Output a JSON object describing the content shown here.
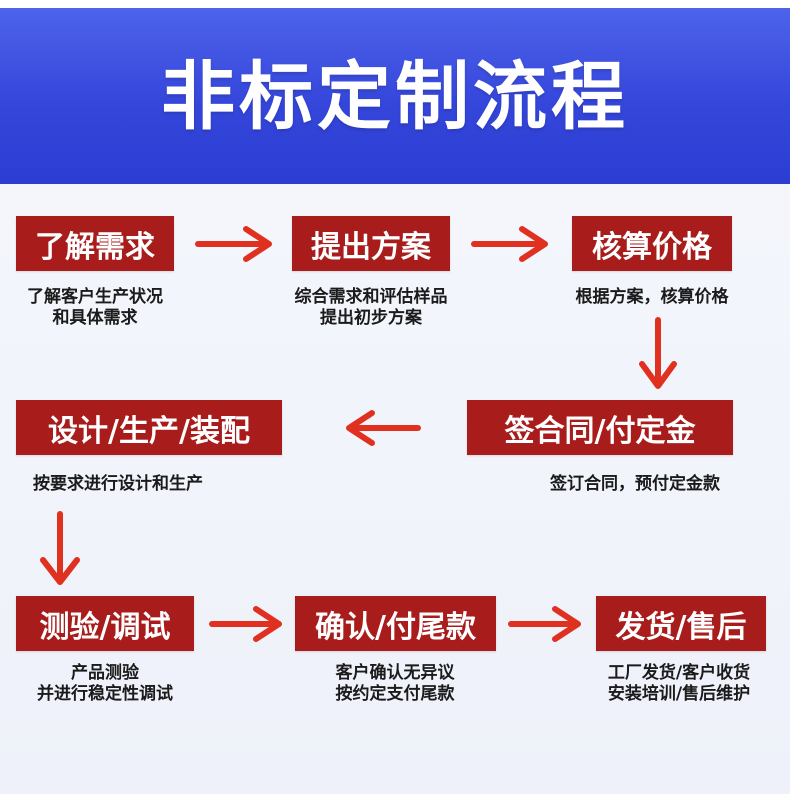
{
  "header": {
    "title": "非标定制流程"
  },
  "colors": {
    "header_blue": "#3546db",
    "box_red": "#a81c1c",
    "arrow_red": "#e03020"
  },
  "steps": [
    {
      "label": "了解需求",
      "desc": [
        "了解客户生产状况",
        "和具体需求"
      ]
    },
    {
      "label": "提出方案",
      "desc": [
        "综合需求和评估样品",
        "提出初步方案"
      ]
    },
    {
      "label": "核算价格",
      "desc": [
        "根据方案，核算价格"
      ]
    },
    {
      "label": "签合同/付定金",
      "desc": [
        "签订合同，预付定金款"
      ]
    },
    {
      "label": "设计/生产/装配",
      "desc": [
        "按要求进行设计和生产"
      ]
    },
    {
      "label": "测验/调试",
      "desc": [
        "产品测验",
        "并进行稳定性调试"
      ]
    },
    {
      "label": "确认/付尾款",
      "desc": [
        "客户确认无异议",
        "按约定支付尾款"
      ]
    },
    {
      "label": "发货/售后",
      "desc": [
        "工厂发货/客户收货",
        "安装培训/售后维护"
      ]
    }
  ]
}
